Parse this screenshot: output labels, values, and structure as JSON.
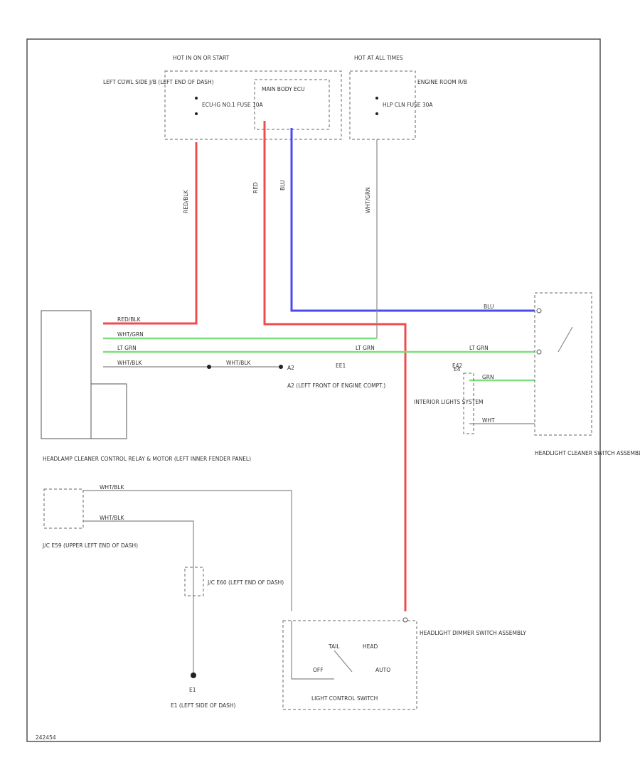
{
  "labels": {
    "hot_in_on": "HOT IN ON OR START",
    "hot_at_all": "HOT AT ALL TIMES",
    "left_cowl": "LEFT COWL SIDE J/B (LEFT END OF DASH)",
    "ecu_ig_fuse": "ECU-IG NO.1 FUSE 10A",
    "main_body_ecu": "MAIN BODY ECU",
    "engine_room_rb": "ENGINE ROOM R/B",
    "hlp_cln_fuse": "HLP CLN FUSE 30A",
    "cleaner_relay": "HEADLAMP CLEANER CONTROL RELAY & MOTOR (LEFT INNER FENDER PANEL)",
    "a2_ground": "A2 (LEFT FRONT OF ENGINE COMPT.)",
    "interior_lights": "INTERIOR LIGHTS SYSTEM",
    "cleaner_switch": "HEADLIGHT CLEANER SWITCH ASSEMBLY",
    "jc_upper_left": "J/C E59 (UPPER LEFT END OF DASH)",
    "jc_left_end": "J/C E60 (LEFT END OF DASH)",
    "e1_ground": "E1 (LEFT SIDE OF DASH)",
    "dimmer_switch": "HEADLIGHT DIMMER SWITCH ASSEMBLY",
    "light_control": "LIGHT CONTROL SWITCH",
    "off": "OFF",
    "auto": "AUTO",
    "tail": "TAIL",
    "head": "HEAD",
    "footer_code": "242454"
  },
  "wires": {
    "red_blk": "RED/BLK",
    "wht_grn": "WHT/GRN",
    "lt_grn": "LT GRN",
    "wht_blk": "WHT/BLK",
    "red": "RED",
    "blu": "BLU",
    "grn": "GRN",
    "wht": "WHT"
  },
  "connectors": {
    "e4": "E4",
    "e42": "E42",
    "ee1": "EE1",
    "e1": "E1",
    "a2": "A2"
  },
  "colors": {
    "red_wire": "#f04c4c",
    "blue_wire": "#4a4af0",
    "green_wire": "#7be07b",
    "gray_wire": "#888888"
  }
}
